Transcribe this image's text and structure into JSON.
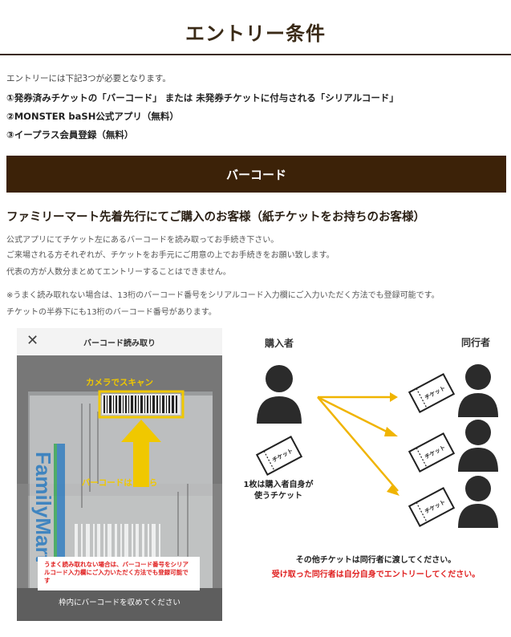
{
  "page": {
    "title": "エントリー条件"
  },
  "requirements": {
    "intro": "エントリーには下記3つが必要となります。",
    "items": [
      "①発券済みチケットの「バーコード」 または 未発券チケットに付与される「シリアルコード」",
      "②MONSTER baSH公式アプリ（無料）",
      "③イープラス会員登録（無料）"
    ]
  },
  "barcode_section": {
    "banner": "バーコード",
    "subheading": "ファミリーマート先着先行にてご購入のお客様（紙チケットをお持ちのお客様）",
    "paragraphs": [
      "公式アプリにてチケット左にあるバーコードを読み取ってお手続き下さい。",
      "ご来場される方それぞれが、チケットをお手元にご用意の上でお手続きをお願い致します。",
      "代表の方が人数分まとめてエントリーすることはできません。",
      "※うまく読み取れない場合は、13桁のバーコード番号をシリアルコード入力欄にご入力いただく方法でも登録可能です。",
      "チケットの半券下にも13桁のバーコード番号があります。"
    ]
  },
  "phone_mock": {
    "header_title": "バーコード読み取り",
    "close_glyph": "✕",
    "scan_label": "カメラでスキャン",
    "arrow_label": "バーコードはこちら",
    "logo_text": "FamilyMart",
    "note": "うまく読み取れない場合は、バーコード番号をシリアルコード入力欄にご入力いただく方法でも登録可能です",
    "footer": "枠内にバーコードを収めてください"
  },
  "diagram": {
    "buyer_label": "購入者",
    "companion_label": "同行者",
    "ticket_text": "チケット",
    "buyer_ticket_note": "1枚は購入者自身が\n使うチケット",
    "note_black": "その他チケットは同行者に渡してください。",
    "note_red": "受け取った同行者は自分自身でエントリーしてください。"
  },
  "colors": {
    "brown": "#3c2208",
    "arrow_yellow": "#f0b400",
    "scan_yellow": "#f0c800",
    "red": "#e02020",
    "fm_blue": "#2a7bc0",
    "fm_green": "#33a852"
  }
}
